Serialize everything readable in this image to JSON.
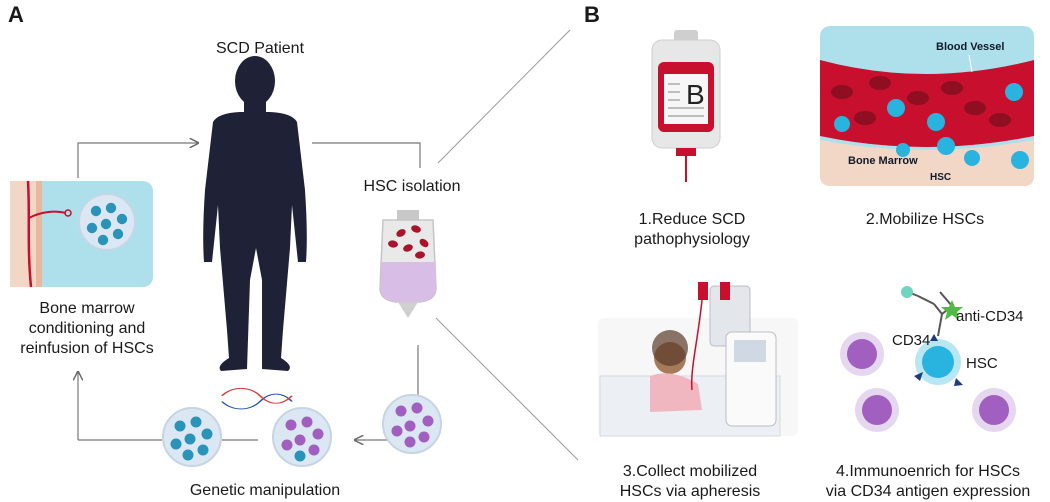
{
  "panel_a": {
    "letter": "A",
    "patient_label": "SCD Patient",
    "isolation_label": "HSC isolation",
    "conditioning_line1": "Bone marrow",
    "conditioning_line2": "conditioning and",
    "conditioning_line3": "reinfusion of HSCs",
    "genetic_label": "Genetic manipulation",
    "bag_letter_shown": false
  },
  "panel_b": {
    "letter": "B",
    "bag_letter": "B",
    "step1_line1": "1.Reduce SCD",
    "step1_line2": "pathophysiology",
    "step2": "2.Mobilize HSCs",
    "step3_line1": "3.Collect mobilized",
    "step3_line2": "HSCs via apheresis",
    "step4_line1": "4.Immunoenrich for HSCs",
    "step4_line2": "via CD34 antigen expression",
    "blood_vessel": "Blood Vessel",
    "bone_marrow": "Bone Marrow",
    "hsc_small": "HSC",
    "anti_cd34": "anti-CD34",
    "cd34": "CD34",
    "hsc": "HSC"
  },
  "colors": {
    "silhouette": "#1f2236",
    "teal_cell": "#2a93b8",
    "purple_cell": "#a15fc0",
    "blood_red": "#c8102e",
    "dish_bg": "#dbe8f3",
    "panel_bg": "#aee0ec"
  }
}
